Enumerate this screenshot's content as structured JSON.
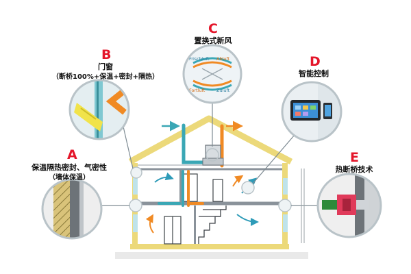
{
  "labels": {
    "a": {
      "letter": "A",
      "title": "保温隔热密封、气密性",
      "subtitle": "（墙体保温）"
    },
    "b": {
      "letter": "B",
      "title": "门窗",
      "subtitle": "（断桥100%+保温+密封+隔热）"
    },
    "c": {
      "letter": "C",
      "title": "置换式新风"
    },
    "d": {
      "letter": "D",
      "title": "智能控制"
    },
    "e": {
      "letter": "E",
      "title": "热断桥技术"
    }
  },
  "ventilation_labels": {
    "frischluft": "Frischluft",
    "abluft": "Abluft",
    "fortluft": "Fortluft",
    "zuluft": "Zuluft"
  },
  "colors": {
    "accent_red": "#e4162a",
    "roof_wall_yellow": "#ecd97a",
    "duct_teal": "#3aa7b5",
    "duct_orange": "#f08a24",
    "arrow_blue": "#2e9bb8",
    "structure_gray": "#8a929a",
    "callout_line": "#7d8a92"
  },
  "icons": [
    "window-frame-icon",
    "ventilation-unit-icon",
    "tablet-icon",
    "phone-icon",
    "thermal-bridge-profile-icon",
    "wall-insulation-icon"
  ]
}
